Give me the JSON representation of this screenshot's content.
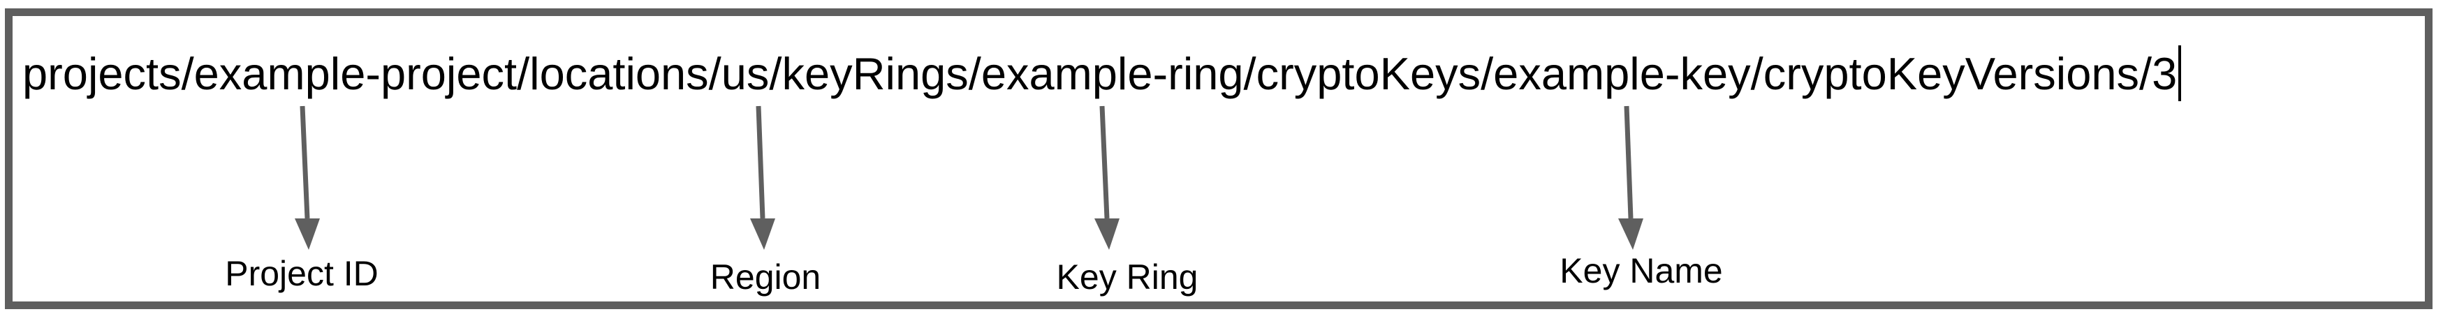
{
  "diagram": {
    "resource_path": "projects/example-project/locations/us/keyRings/example-ring/cryptoKeys/example-key/cryptoKeyVersions/3",
    "annotations": [
      {
        "label": "Project ID",
        "points_to": "example-project"
      },
      {
        "label": "Region",
        "points_to": "us"
      },
      {
        "label": "Key Ring",
        "points_to": "example-ring"
      },
      {
        "label": "Key Name",
        "points_to": "example-key"
      }
    ],
    "colors": {
      "border": "#5f5f5f",
      "arrow": "#5f5f5f",
      "text": "#000000",
      "background": "#ffffff"
    }
  }
}
